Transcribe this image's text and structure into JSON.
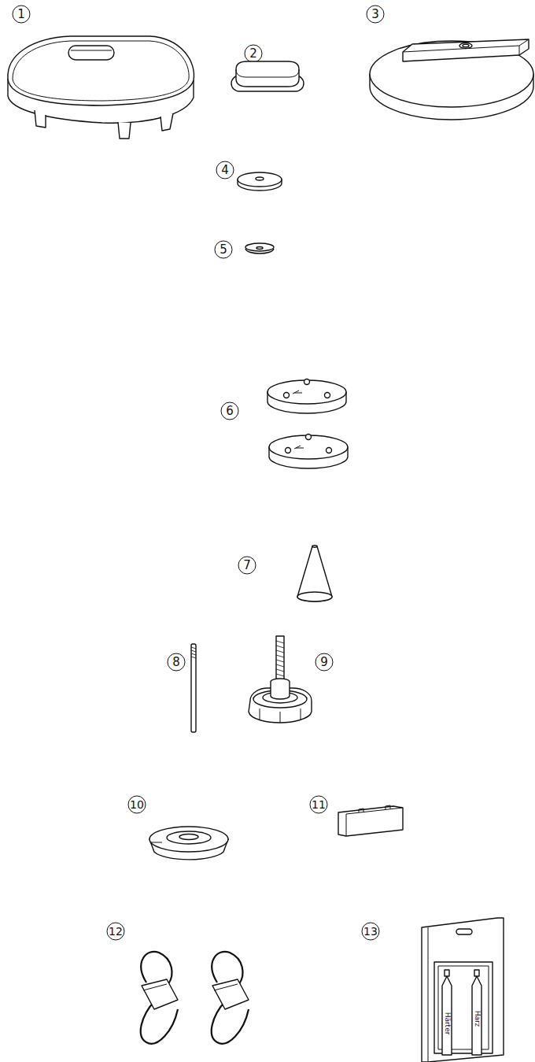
{
  "diagram": {
    "labels": [
      "1",
      "2",
      "3",
      "4",
      "5",
      "6",
      "7",
      "8",
      "9",
      "10",
      "11",
      "12",
      "13",
      "Härter",
      "Harz"
    ]
  }
}
